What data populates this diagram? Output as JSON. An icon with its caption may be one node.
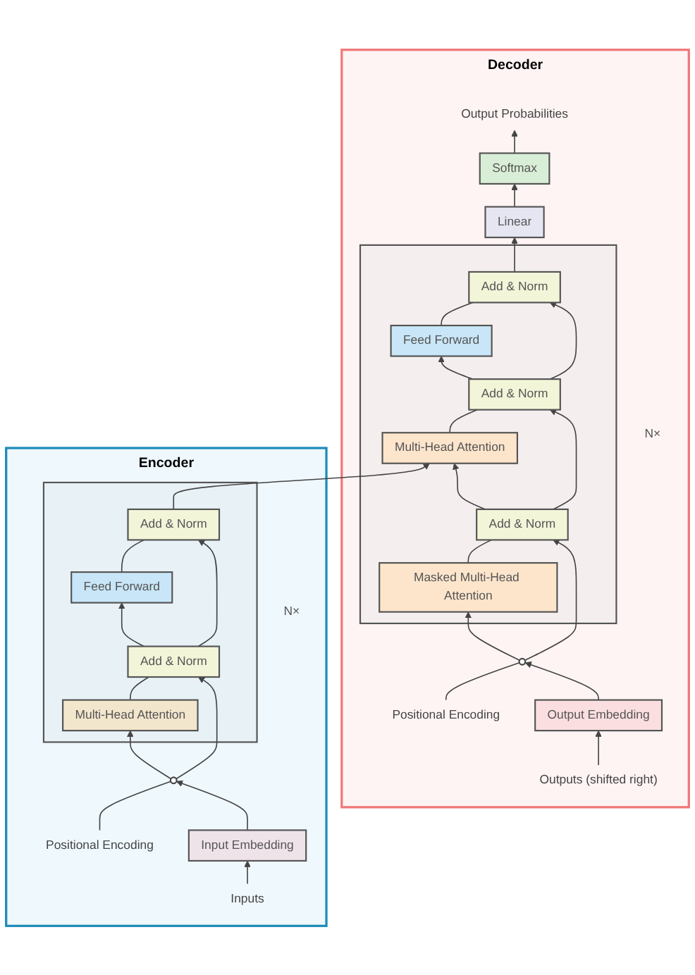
{
  "diagram": {
    "nodes": [
      {
        "text": [
          "Encoder"
        ]
      },
      {
        "text": [
          "N×"
        ],
        "in": 0
      },
      {
        "text": [
          "Add & Norm"
        ],
        "in": 1
      },
      {
        "text": [
          "Feed Forward"
        ],
        "in": 1
      },
      {
        "text": [
          "Add & Norm"
        ],
        "in": 1
      },
      {
        "text": [
          "Multi-Head Attention"
        ],
        "in": 1
      },
      {
        "text": [
          "Positional Encoding"
        ],
        "in": 0
      },
      {
        "text": [],
        "shape": "circle",
        "in": 0
      },
      {
        "text": [
          "Input Embedding"
        ],
        "in": 0
      },
      {
        "text": [
          "Inputs"
        ],
        "in": 0
      },
      {
        "text": [
          "Decoder"
        ]
      },
      {
        "text": [
          "Output Probabilities"
        ],
        "in": 10
      },
      {
        "text": [
          "Softmax"
        ],
        "in": 10
      },
      {
        "text": [
          "Linear"
        ],
        "in": 10
      },
      {
        "text": [
          "N×"
        ],
        "in": 10
      },
      {
        "text": [
          "Add & Norm"
        ],
        "in": 14
      },
      {
        "text": [
          "Feed Forward"
        ],
        "in": 14
      },
      {
        "text": [
          "Add & Norm"
        ],
        "in": 14
      },
      {
        "text": [
          "Multi-Head Attention"
        ],
        "in": 14
      },
      {
        "text": [
          "Add & Norm"
        ],
        "in": 14
      },
      {
        "text": [
          "Masked Multi-Head Attention"
        ],
        "in": 14
      },
      {
        "text": [],
        "shape": "circle",
        "in": 10
      },
      {
        "text": [
          "Positional Encoding"
        ],
        "in": 10
      },
      {
        "text": [
          "Output Embedding"
        ],
        "in": 10
      },
      {
        "text": [
          "Outputs (shifted right)"
        ],
        "in": 10
      }
    ],
    "edges": [
      {
        "from": 9,
        "to": 8,
        "arrow": "to"
      },
      {
        "from": 8,
        "to": 7,
        "arrow": "to"
      },
      {
        "from": 6,
        "to": 7,
        "arrow": "none"
      },
      {
        "from": 7,
        "to": 5,
        "arrow": "to"
      },
      {
        "from": 7,
        "to": 4,
        "arrow": "to"
      },
      {
        "from": 5,
        "to": 4,
        "arrow": "none"
      },
      {
        "from": 4,
        "to": 3,
        "arrow": "to"
      },
      {
        "from": 4,
        "to": 2,
        "arrow": "to"
      },
      {
        "from": 3,
        "to": 2,
        "arrow": "none"
      },
      {
        "from": 2,
        "to": 18,
        "arrow": "to"
      },
      {
        "from": 24,
        "to": 23,
        "arrow": "to"
      },
      {
        "from": 23,
        "to": 21,
        "arrow": "to"
      },
      {
        "from": 22,
        "to": 21,
        "arrow": "none"
      },
      {
        "from": 21,
        "to": 20,
        "arrow": "to"
      },
      {
        "from": 21,
        "to": 19,
        "arrow": "to"
      },
      {
        "from": 20,
        "to": 19,
        "arrow": "none"
      },
      {
        "from": 19,
        "to": 18,
        "arrow": "to"
      },
      {
        "from": 19,
        "to": 17,
        "arrow": "to"
      },
      {
        "from": 18,
        "to": 17,
        "arrow": "none"
      },
      {
        "from": 17,
        "to": 16,
        "arrow": "to"
      },
      {
        "from": 17,
        "to": 15,
        "arrow": "to"
      },
      {
        "from": 16,
        "to": 15,
        "arrow": "none"
      },
      {
        "from": 15,
        "to": 13,
        "arrow": "to"
      },
      {
        "from": 13,
        "to": 12,
        "arrow": "to"
      },
      {
        "from": 12,
        "to": 11,
        "arrow": "to"
      }
    ]
  }
}
